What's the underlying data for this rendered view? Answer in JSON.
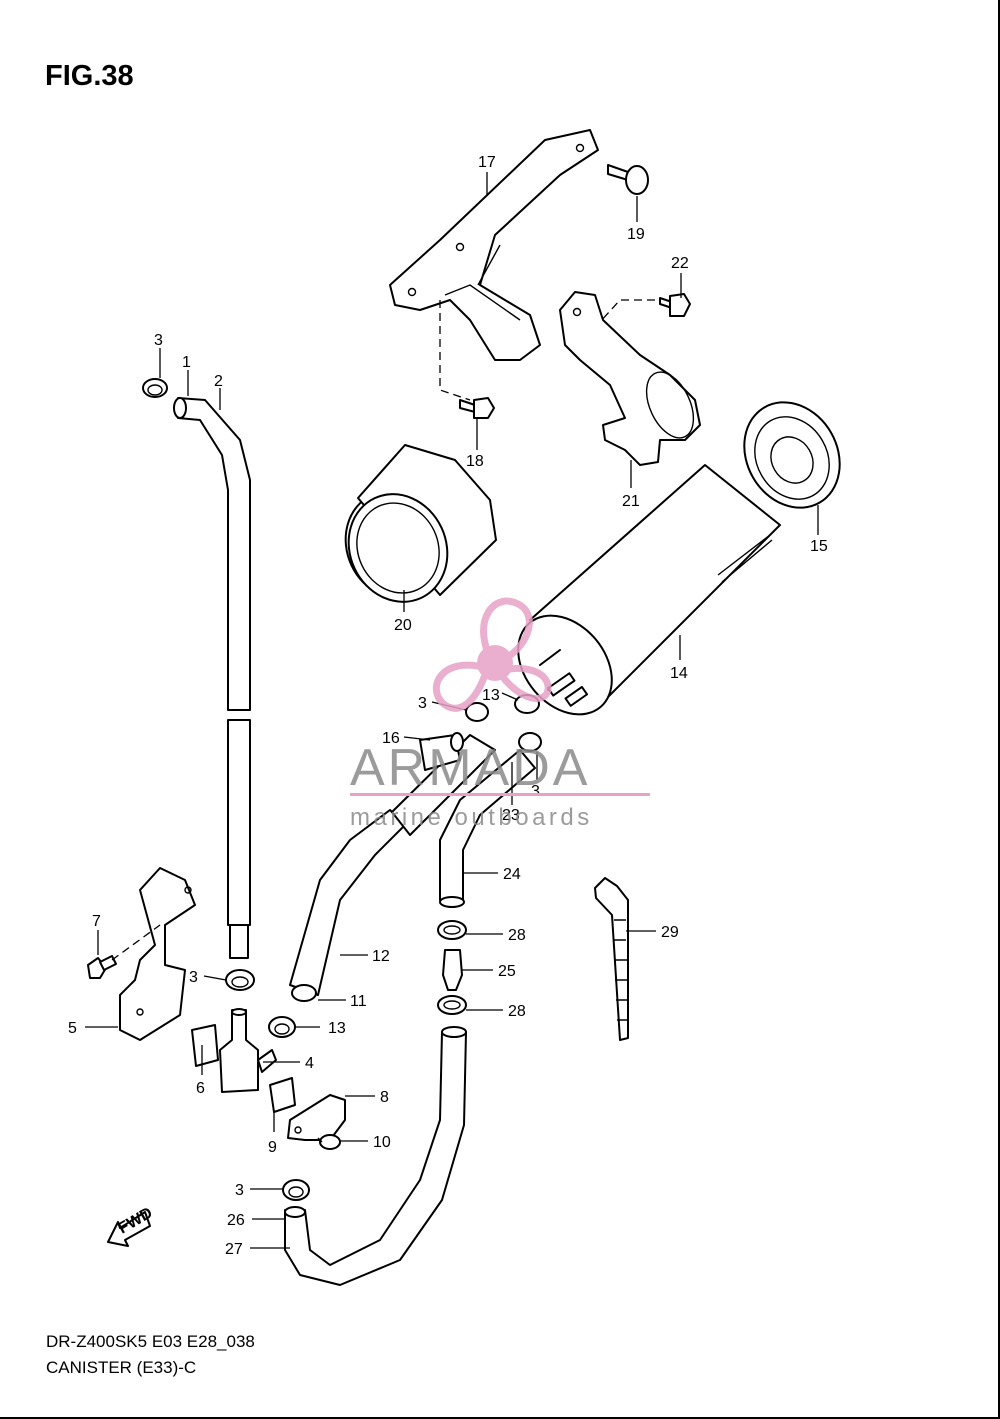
{
  "figure": {
    "title": "FIG.38"
  },
  "footer": {
    "model_code": "DR-Z400SK5 E03 E28_038",
    "caption": "CANISTER (E33)-C"
  },
  "watermark": {
    "brand": "ARMADA",
    "tagline": "marine outboards"
  },
  "fwd_label": "FWD",
  "callouts": [
    "1",
    "2",
    "3",
    "3",
    "3",
    "3",
    "3",
    "4",
    "5",
    "6",
    "7",
    "8",
    "9",
    "10",
    "11",
    "12",
    "13",
    "13",
    "14",
    "15",
    "16",
    "17",
    "18",
    "19",
    "20",
    "21",
    "22",
    "23",
    "24",
    "25",
    "26",
    "27",
    "28",
    "28",
    "29"
  ]
}
